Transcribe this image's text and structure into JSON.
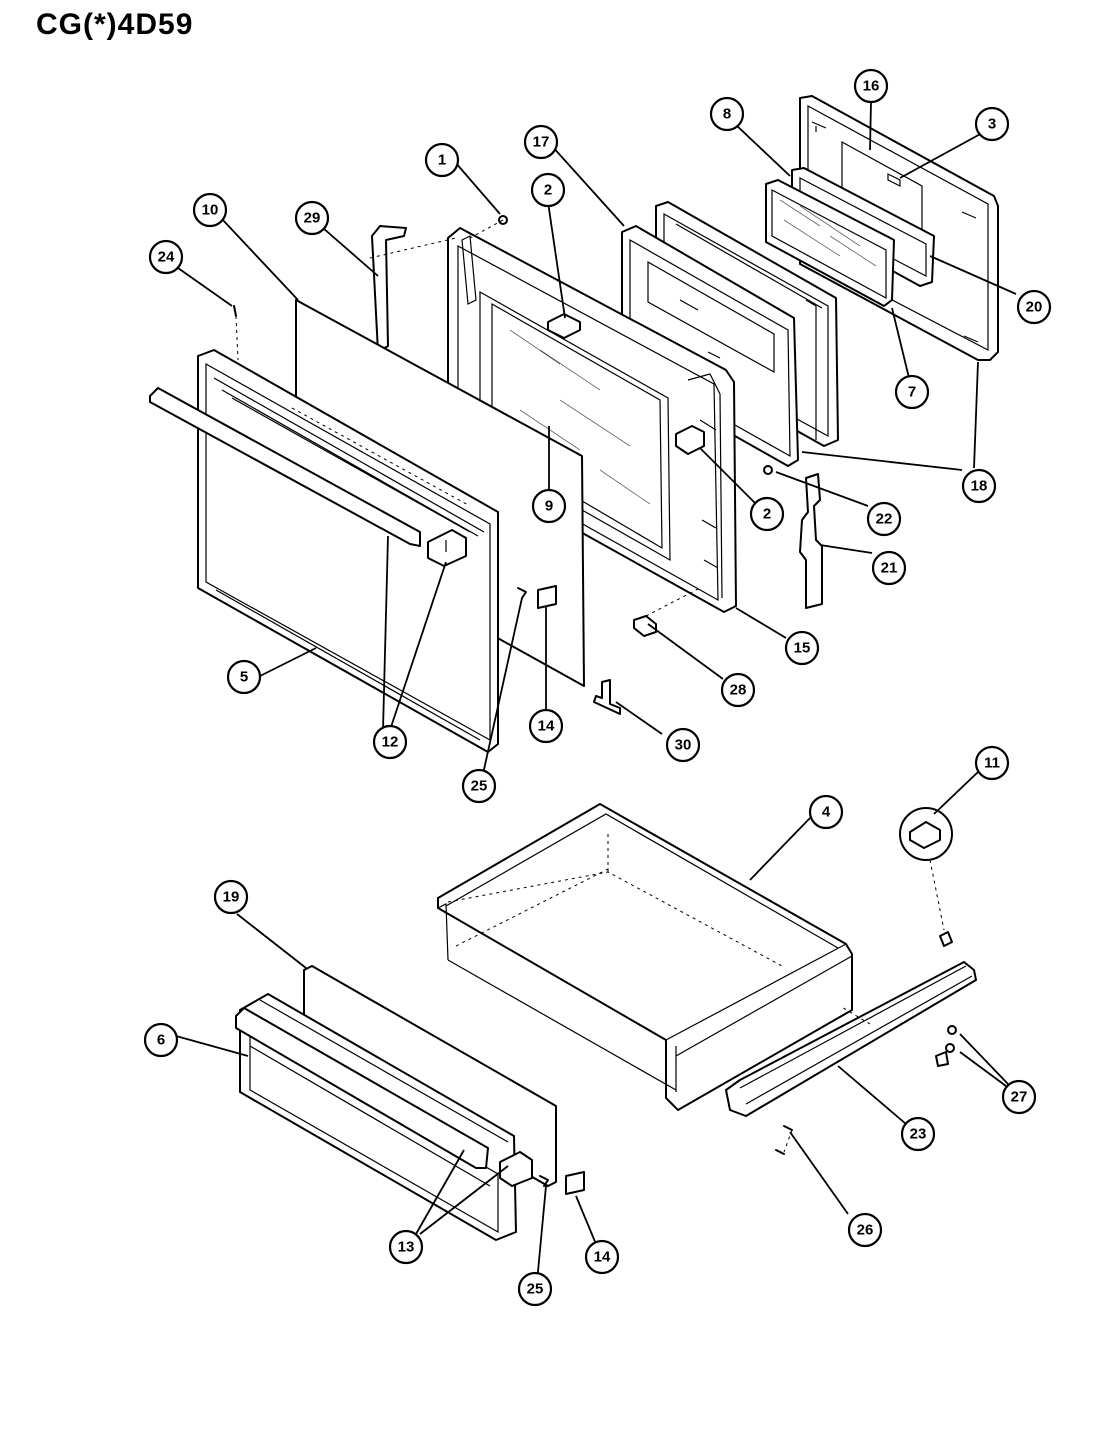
{
  "title": "CG(*)4D59",
  "callouts": [
    {
      "id": "c1",
      "label": "1"
    },
    {
      "id": "c2a",
      "label": "2"
    },
    {
      "id": "c2b",
      "label": "2"
    },
    {
      "id": "c3",
      "label": "3"
    },
    {
      "id": "c4",
      "label": "4"
    },
    {
      "id": "c5",
      "label": "5"
    },
    {
      "id": "c6",
      "label": "6"
    },
    {
      "id": "c7",
      "label": "7"
    },
    {
      "id": "c8",
      "label": "8"
    },
    {
      "id": "c9",
      "label": "9"
    },
    {
      "id": "c10",
      "label": "10"
    },
    {
      "id": "c11",
      "label": "11"
    },
    {
      "id": "c12",
      "label": "12"
    },
    {
      "id": "c13",
      "label": "13"
    },
    {
      "id": "c14a",
      "label": "14"
    },
    {
      "id": "c14b",
      "label": "14"
    },
    {
      "id": "c15",
      "label": "15"
    },
    {
      "id": "c16",
      "label": "16"
    },
    {
      "id": "c17",
      "label": "17"
    },
    {
      "id": "c18",
      "label": "18"
    },
    {
      "id": "c19",
      "label": "19"
    },
    {
      "id": "c20",
      "label": "20"
    },
    {
      "id": "c21",
      "label": "21"
    },
    {
      "id": "c22",
      "label": "22"
    },
    {
      "id": "c23",
      "label": "23"
    },
    {
      "id": "c24",
      "label": "24"
    },
    {
      "id": "c25a",
      "label": "25"
    },
    {
      "id": "c25b",
      "label": "25"
    },
    {
      "id": "c26",
      "label": "26"
    },
    {
      "id": "c27",
      "label": "27"
    },
    {
      "id": "c28",
      "label": "28"
    },
    {
      "id": "c29",
      "label": "29"
    },
    {
      "id": "c30",
      "label": "30"
    }
  ]
}
